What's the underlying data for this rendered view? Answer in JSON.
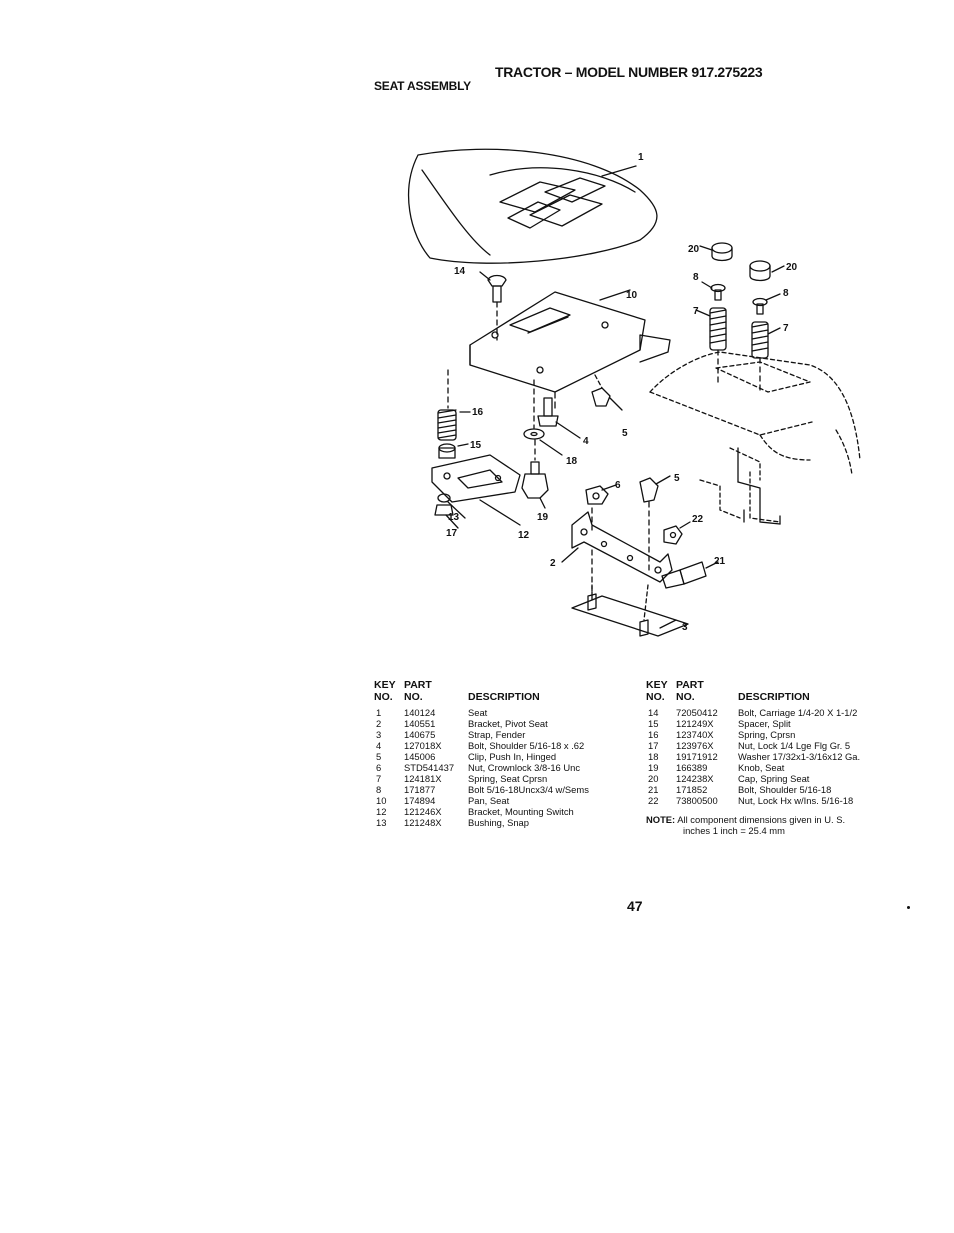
{
  "header": {
    "title": "TRACTOR – MODEL NUMBER 917.275223",
    "subtitle": "SEAT ASSEMBLY"
  },
  "table_headers": {
    "key_line1": "KEY",
    "key_line2": "NO.",
    "part_line1": "PART",
    "part_line2": "NO.",
    "description": "DESCRIPTION"
  },
  "parts_left": [
    {
      "key": "1",
      "part": "140124",
      "desc": "Seat"
    },
    {
      "key": "2",
      "part": "140551",
      "desc": "Bracket, Pivot Seat"
    },
    {
      "key": "3",
      "part": "140675",
      "desc": "Strap, Fender"
    },
    {
      "key": "4",
      "part": "127018X",
      "desc": "Bolt, Shoulder 5/16-18 x .62"
    },
    {
      "key": "5",
      "part": "145006",
      "desc": "Clip, Push In, Hinged"
    },
    {
      "key": "6",
      "part": "STD541437",
      "desc": "Nut, Crownlock 3/8-16 Unc"
    },
    {
      "key": "7",
      "part": "124181X",
      "desc": "Spring, Seat Cprsn"
    },
    {
      "key": "8",
      "part": "171877",
      "desc": "Bolt 5/16-18Uncx3/4 w/Sems"
    },
    {
      "key": "10",
      "part": "174894",
      "desc": "Pan, Seat"
    },
    {
      "key": "12",
      "part": "121246X",
      "desc": "Bracket, Mounting Switch"
    },
    {
      "key": "13",
      "part": "121248X",
      "desc": "Bushing, Snap"
    }
  ],
  "parts_right": [
    {
      "key": "14",
      "part": "72050412",
      "desc": "Bolt, Carriage 1/4-20 X 1-1/2"
    },
    {
      "key": "15",
      "part": "121249X",
      "desc": "Spacer, Split"
    },
    {
      "key": "16",
      "part": "123740X",
      "desc": "Spring, Cprsn"
    },
    {
      "key": "17",
      "part": "123976X",
      "desc": "Nut, Lock 1/4 Lge Flg Gr. 5"
    },
    {
      "key": "18",
      "part": "19171912",
      "desc": "Washer 17/32x1-3/16x12 Ga."
    },
    {
      "key": "19",
      "part": "166389",
      "desc": "Knob, Seat"
    },
    {
      "key": "20",
      "part": "124238X",
      "desc": "Cap, Spring Seat"
    },
    {
      "key": "21",
      "part": "171852",
      "desc": "Bolt, Shoulder 5/16-18"
    },
    {
      "key": "22",
      "part": "73800500",
      "desc": "Nut, Lock Hx w/Ins. 5/16-18"
    }
  ],
  "note": {
    "label": "NOTE:",
    "line1": "All component dimensions given in U. S.",
    "line2": "inches 1 inch = 25.4 mm"
  },
  "page_number": "47",
  "callouts": {
    "c1": "1",
    "c2": "2",
    "c3": "3",
    "c4": "4",
    "c5a": "5",
    "c5b": "5",
    "c6": "6",
    "c7a": "7",
    "c7b": "7",
    "c8a": "8",
    "c8b": "8",
    "c10": "10",
    "c12": "12",
    "c13": "13",
    "c14": "14",
    "c15": "15",
    "c16": "16",
    "c17": "17",
    "c18": "18",
    "c19": "19",
    "c20a": "20",
    "c20b": "20",
    "c21": "21",
    "c22": "22"
  }
}
